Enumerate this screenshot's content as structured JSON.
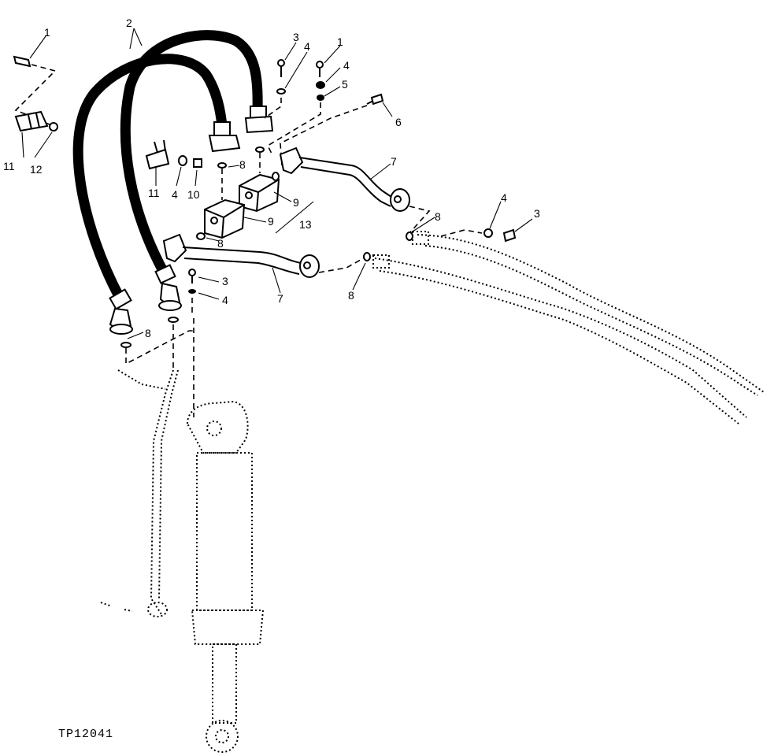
{
  "figure_id": "TP12041",
  "callouts": {
    "c1a": "1",
    "c2": "2",
    "c3a": "3",
    "c4a": "4",
    "c1b": "1",
    "c4b": "4",
    "c5": "5",
    "c6": "6",
    "c7a": "7",
    "c8a": "8",
    "c8b": "8",
    "c9a": "9",
    "c9b": "9",
    "c13": "13",
    "c4c": "4",
    "c3b": "3",
    "c11a": "11",
    "c12": "12",
    "c11b": "11",
    "c4d": "4",
    "c10": "10",
    "c8c": "8",
    "c3c": "3",
    "c4e": "4",
    "c7b": "7",
    "c8d": "8",
    "c8e": "8"
  }
}
